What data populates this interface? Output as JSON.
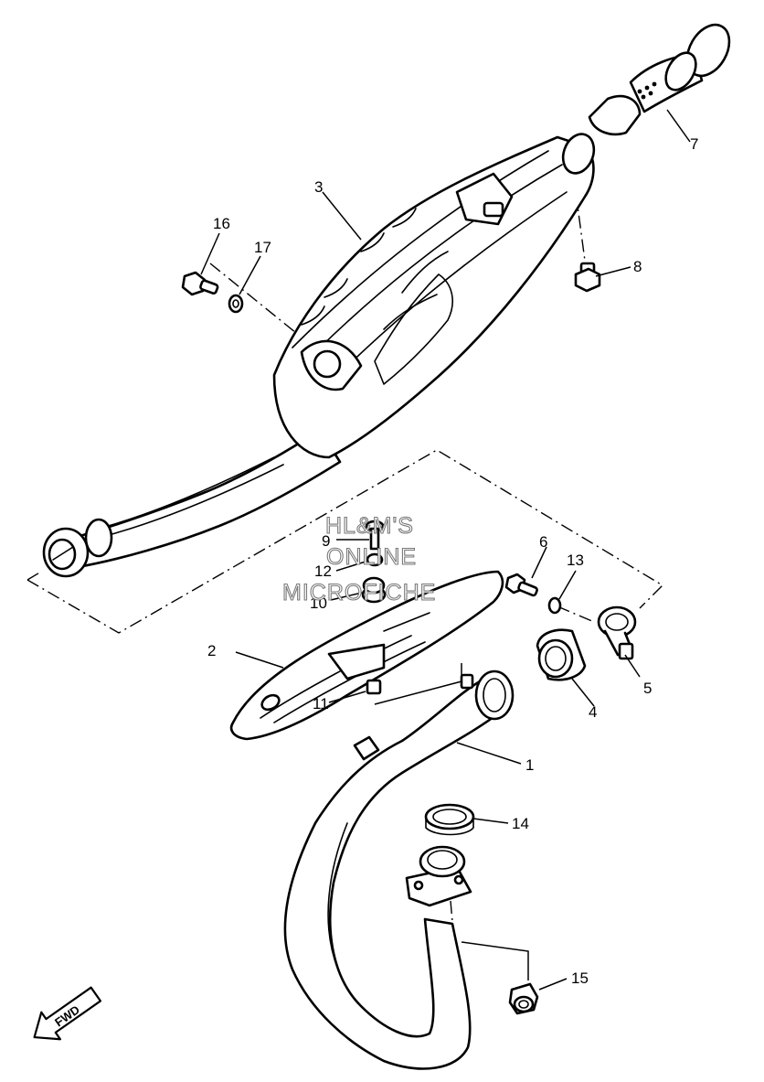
{
  "watermark": {
    "line1": "HL&M'S",
    "line2": "ONLINE",
    "line3": "MICROFICHE"
  },
  "direction_badge": {
    "label": "FWD"
  },
  "callouts": {
    "c1": "1",
    "c2": "2",
    "c3": "3",
    "c4": "4",
    "c5": "5",
    "c6": "6",
    "c7": "7",
    "c8": "8",
    "c9": "9",
    "c10": "10",
    "c11": "11",
    "c12": "12",
    "c13": "13",
    "c14": "14",
    "c15": "15",
    "c16": "16",
    "c17": "17"
  },
  "colors": {
    "line": "#000000",
    "background": "#ffffff",
    "watermark": "#7a7a7a"
  }
}
